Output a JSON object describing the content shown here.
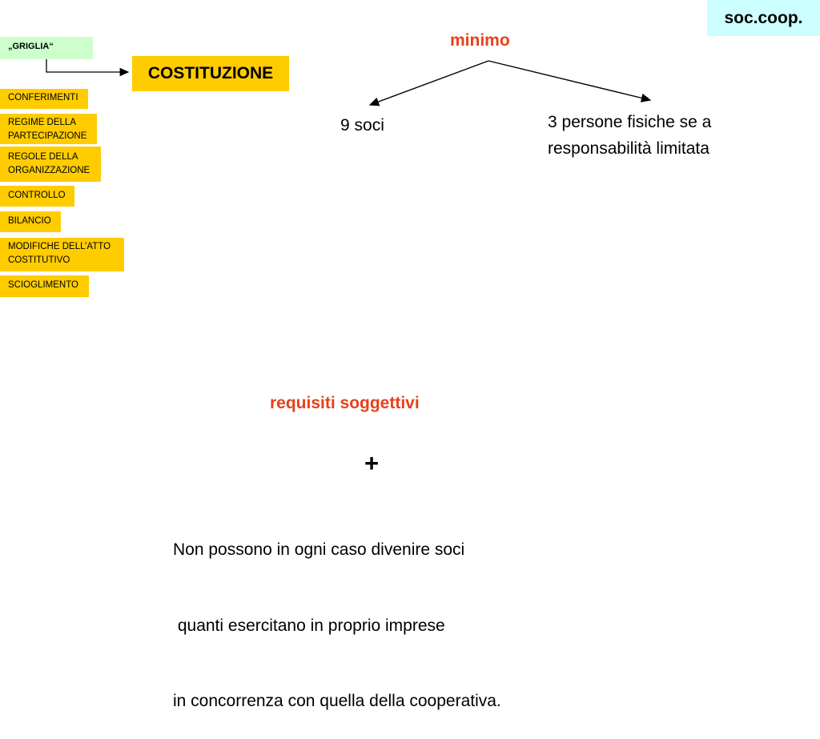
{
  "header": {
    "tag": "soc.coop."
  },
  "sidebar": {
    "griglia": "„GRIGLIA“",
    "items": [
      {
        "label": "CONFERIMENTI"
      },
      {
        "label": "REGIME DELLA PARTECIPAZIONE"
      },
      {
        "label": "REGOLE DELLA ORGANIZZAZIONE"
      },
      {
        "label": "CONTROLLO"
      },
      {
        "label": "BILANCIO"
      },
      {
        "label": "MODIFICHE DELL’ATTO COSTITUTIVO"
      },
      {
        "label": "SCIOGLIMENTO"
      }
    ]
  },
  "main": {
    "section": "COSTITUZIONE",
    "minimo": "minimo",
    "branch_left": "9 soci",
    "branch_right_line1": "3 persone fisiche se a",
    "branch_right_line2": "responsabilità limitata",
    "requisiti": "requisiti soggettivi",
    "plus": "+",
    "note_line1": "Non possono in ogni caso divenire soci",
    "note_line2": " quanti esercitano in proprio imprese",
    "note_line3": "in concorrenza con quella della cooperativa."
  },
  "colors": {
    "accent_yellow": "#ffcc00",
    "tag_cyan": "#ccffff",
    "griglia_green": "#ccffcc",
    "heading_red": "#e8401a"
  }
}
